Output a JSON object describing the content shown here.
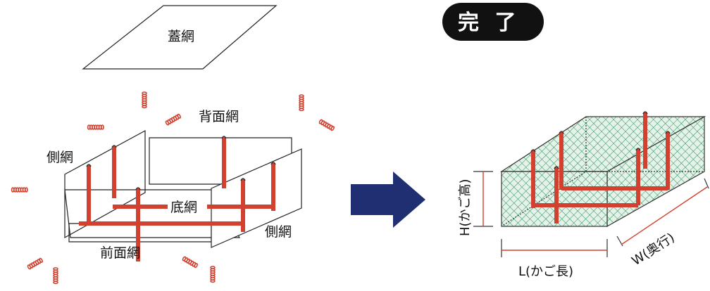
{
  "labels": {
    "lid_net": "蓋網",
    "back_net": "背面網",
    "side_net_left": "側網",
    "bottom_net": "底網",
    "side_net_right": "側網",
    "front_net": "前面網"
  },
  "completion_badge": "完 了",
  "dimensions": {
    "height": "H(かご高)",
    "length": "L(かご長)",
    "width": "W(奥行)"
  },
  "colors": {
    "rod": "#d2402f",
    "spring": "#d2402f",
    "arrow": "#1f2f72",
    "mesh": "#2d8a52",
    "badge": "#111111"
  },
  "icons": {
    "spring": "coil-spring-icon",
    "arrow": "right-arrow-icon"
  }
}
